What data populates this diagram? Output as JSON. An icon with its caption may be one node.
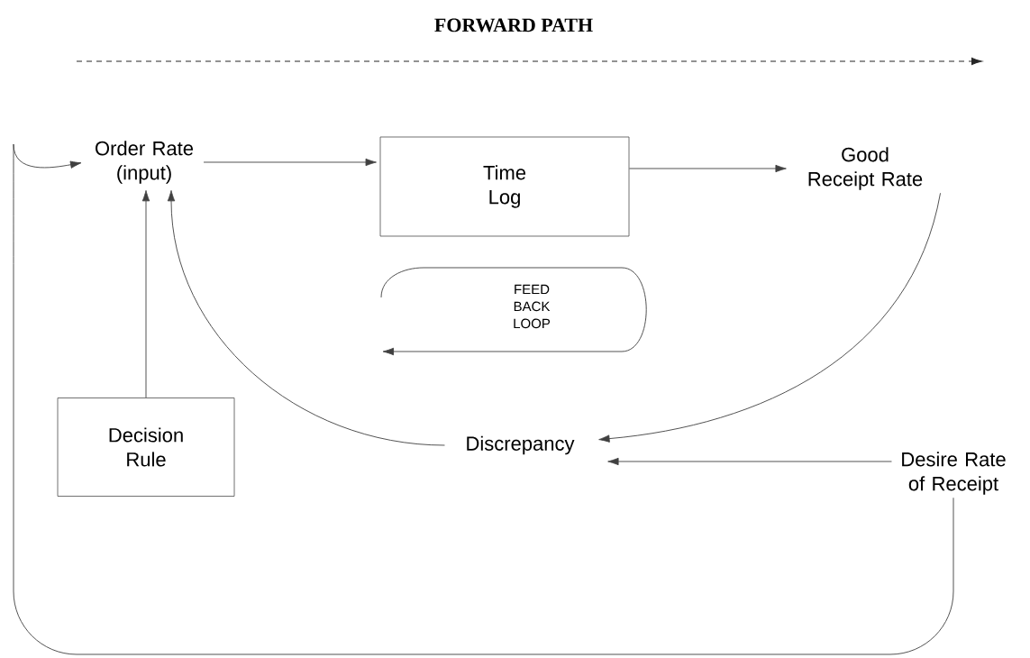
{
  "diagram": {
    "nodes": [
      {
        "text": [
          "Order Rate (input)"
        ]
      },
      {
        "text": [
          "Time Log"
        ]
      },
      {
        "text": [
          "Good Receipt Rate"
        ]
      },
      {
        "text": [
          "Decision Rule"
        ]
      },
      {
        "text": [
          "Discrepancy"
        ]
      },
      {
        "text": [
          "Desire Rate of Receipt"
        ]
      }
    ],
    "edges": [
      {
        "from": 0,
        "to": 1,
        "arrow": "to"
      },
      {
        "from": 1,
        "to": 2,
        "arrow": "to"
      },
      {
        "from": 3,
        "to": 0,
        "arrow": "to"
      },
      {
        "from": 4,
        "to": 0,
        "arrow": "to"
      },
      {
        "from": 2,
        "to": 4,
        "arrow": "to"
      },
      {
        "from": 5,
        "to": 4,
        "arrow": "to"
      },
      {
        "from": 5,
        "to": 0,
        "arrow": "to"
      }
    ],
    "labels": [
      "FORWARD PATH",
      "FEED BACK LOOP"
    ]
  }
}
